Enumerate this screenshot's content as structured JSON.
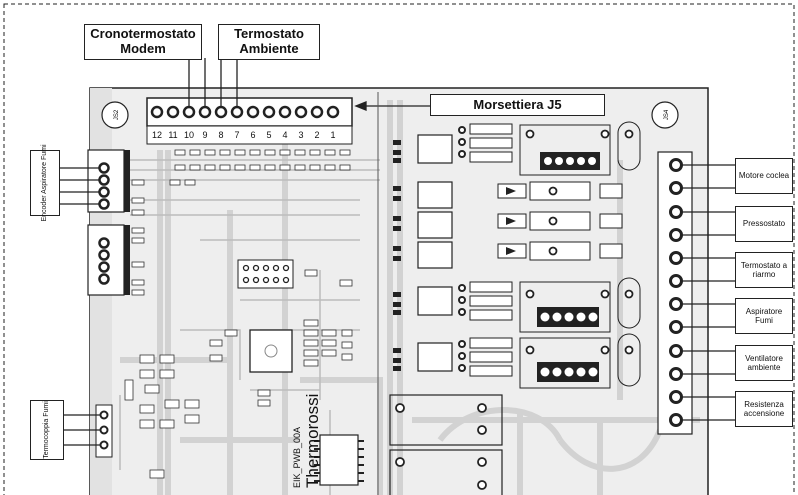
{
  "labels": {
    "crono": "Cronotermostato Modem",
    "termo_amb": "Termostato Ambiente",
    "morsettiera": "Morsettiera J5",
    "encoder": "Encoder Aspiratore Fumi",
    "termocoppia": "Termocoppia Fumi",
    "right": [
      "Motore coclea",
      "Pressostato",
      "Termostato a riarmo",
      "Aspiratore Fumi",
      "Ventilatore ambiente",
      "Resistenza accensione"
    ]
  },
  "pin_numbers": [
    "12",
    "11",
    "10",
    "9",
    "8",
    "7",
    "6",
    "5",
    "4",
    "3",
    "2",
    "1"
  ],
  "board": {
    "product": "Thermorossi",
    "code": "EIK_PWB_00A"
  },
  "colors": {
    "board_bg": "#eeeeee",
    "trace": "#cfcfcf",
    "component": "#222222"
  }
}
